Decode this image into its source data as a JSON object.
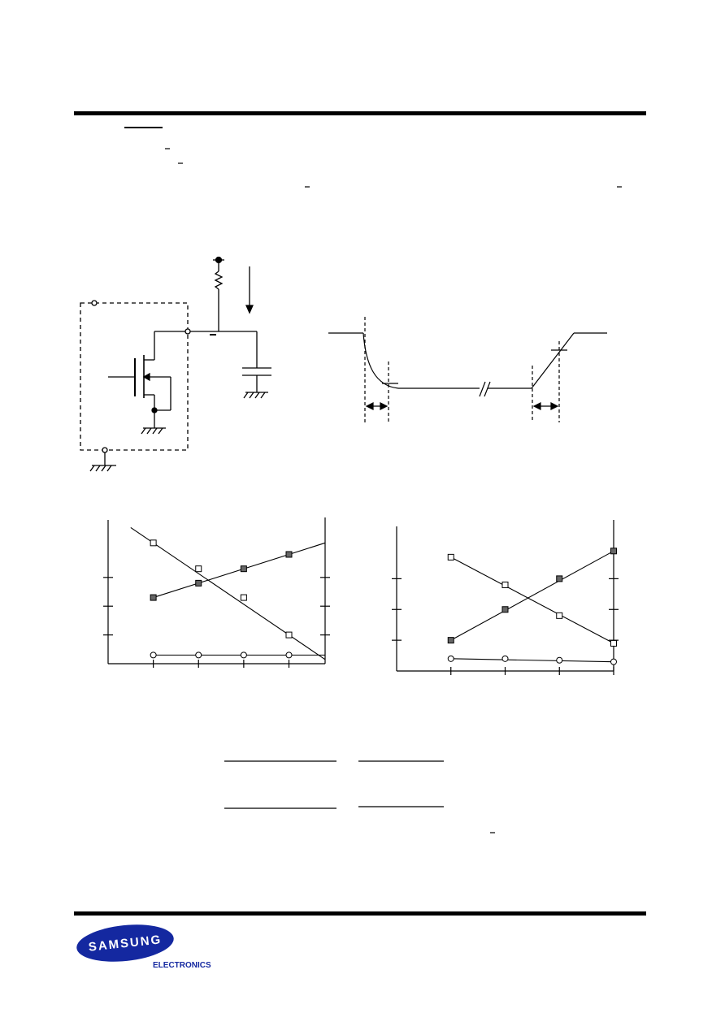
{
  "logo": {
    "brand": "SAMSUNG",
    "sub": "ELECTRONICS",
    "brand_color": "#1428a0"
  },
  "chart_data": [
    {
      "type": "line",
      "series": [
        {
          "marker": "open-square",
          "values": [
            4.2,
            3.3,
            2.3,
            1.0
          ]
        },
        {
          "marker": "filled-square",
          "values": [
            2.3,
            2.8,
            3.3,
            3.8
          ]
        },
        {
          "marker": "open-circle",
          "values": [
            0.3,
            0.3,
            0.3,
            0.3
          ]
        }
      ],
      "x": [
        1,
        2,
        3,
        4
      ],
      "xlim": [
        0,
        4.8
      ],
      "ylim": [
        0,
        5
      ],
      "y_ticks": [
        1,
        2,
        3
      ],
      "grid": false
    },
    {
      "type": "line",
      "series": [
        {
          "marker": "open-square",
          "values": [
            3.7,
            2.8,
            1.8,
            0.9
          ]
        },
        {
          "marker": "filled-square",
          "values": [
            1.0,
            2.0,
            3.0,
            3.9
          ]
        },
        {
          "marker": "open-circle",
          "values": [
            0.4,
            0.4,
            0.35,
            0.3
          ]
        }
      ],
      "x": [
        1,
        2,
        3,
        4
      ],
      "xlim": [
        0,
        4
      ],
      "ylim": [
        0,
        4.7
      ],
      "y_ticks": [
        1,
        2,
        3
      ],
      "grid": false
    }
  ]
}
